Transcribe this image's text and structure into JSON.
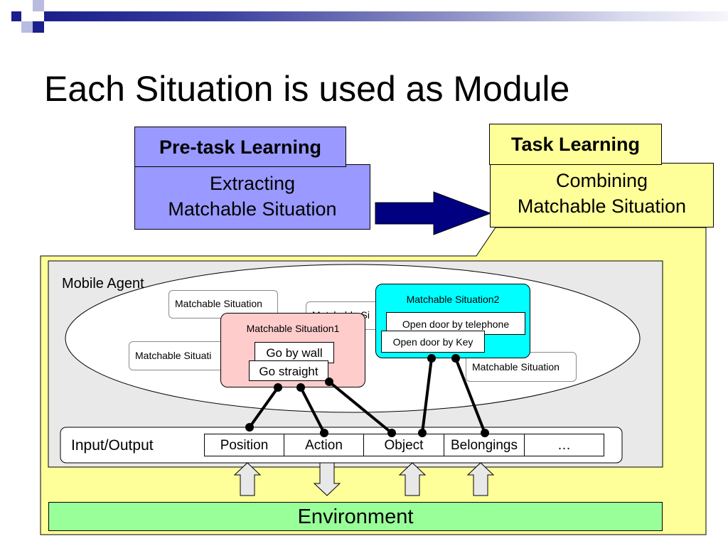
{
  "title": "Each Situation is used as Module",
  "pretask": {
    "label": "Pre-task Learning",
    "line1": "Extracting",
    "line2": "Matchable Situation"
  },
  "task": {
    "label": "Task Learning",
    "line1": "Combining",
    "line2": "Matchable Situation"
  },
  "agent": {
    "label": "Mobile Agent",
    "bg_situations": [
      "Matchable Situation",
      "Matchable Si",
      "Matchable Situati",
      "Matchable Situation"
    ],
    "situation1": {
      "title": "Matchable Situation1",
      "behaviors": [
        "Go by wall",
        "Go straight"
      ]
    },
    "situation2": {
      "title": "Matchable Situation2",
      "behaviors": [
        "Open door by telephone",
        "Open door by Key"
      ]
    }
  },
  "io": {
    "label": "Input/Output",
    "cells": [
      "Position",
      "Action",
      "Object",
      "Belongings",
      "…"
    ]
  },
  "environment": "Environment",
  "colors": {
    "pretask_fill": "#9999ff",
    "task_fill": "#ffff99",
    "situation1_fill": "#ffcccc",
    "situation2_fill": "#00ffff",
    "environment_fill": "#99ff99",
    "arrow_fill": "#000080"
  }
}
